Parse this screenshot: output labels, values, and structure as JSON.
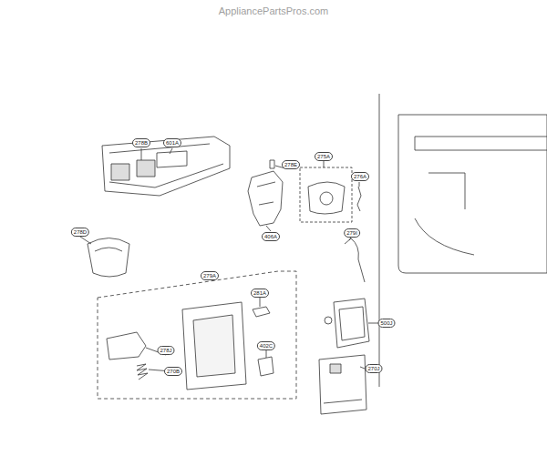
{
  "diagram": {
    "labels": [
      "AppliancePartsPros.com",
      "278B",
      "601A",
      "278D",
      "278E",
      "275A",
      "276A",
      "406A",
      "279I",
      "279A",
      "281A",
      "278J",
      "270B",
      "402C",
      "500J",
      "270J"
    ]
  }
}
